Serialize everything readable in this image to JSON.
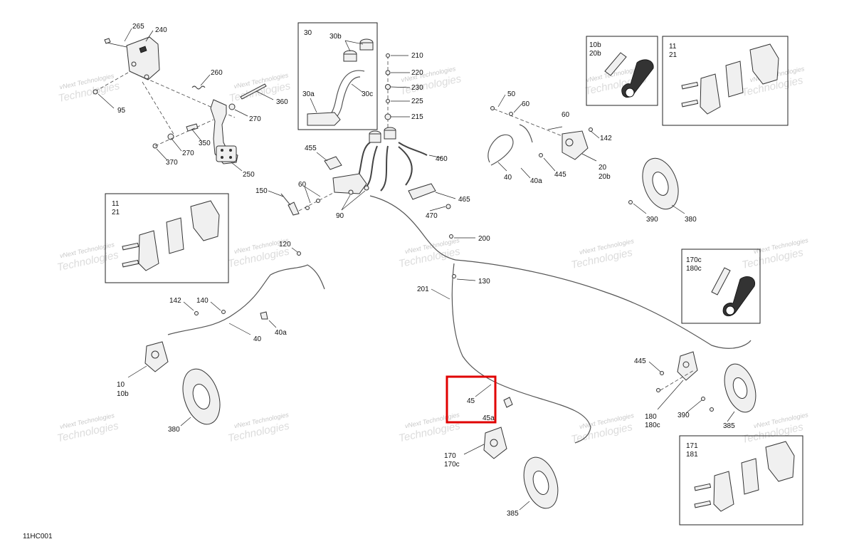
{
  "diagram_code": "11HC001",
  "watermark": {
    "line1": "vNext Technologies",
    "line2": "Technologies"
  },
  "highlight": {
    "part": "45",
    "color": "#e00000"
  },
  "labels": {
    "p265": "265",
    "p240": "240",
    "p95": "95",
    "p260": "260",
    "p360": "360",
    "p270a": "270",
    "p270b": "270",
    "p350": "350",
    "p370": "370",
    "p250": "250",
    "p30": "30",
    "p30b": "30b",
    "p30a": "30a",
    "p30c": "30c",
    "p210": "210",
    "p220": "220",
    "p230": "230",
    "p225": "225",
    "p215": "215",
    "p455": "455",
    "p460": "460",
    "p150": "150",
    "p60a": "60",
    "p90": "90",
    "p465": "465",
    "p470": "470",
    "p200": "200",
    "p130": "130",
    "p201": "201",
    "p120": "120",
    "p142a": "142",
    "p140": "140",
    "p40a_left": "40a",
    "p40_left": "40",
    "p10": "10",
    "p10b": "10b",
    "p380_left": "380",
    "p45": "45",
    "p45a": "45a",
    "p170": "170",
    "p170c": "170c",
    "p385_bottom": "385",
    "p50": "50",
    "p60b": "60",
    "p60c": "60",
    "p142b": "142",
    "p40_right": "40",
    "p40a_right": "40a",
    "p445a": "445",
    "p20": "20",
    "p20b": "20b",
    "p390a": "390",
    "p380_right": "380",
    "p445b": "445",
    "p180": "180",
    "p180c": "180c",
    "p390b": "390",
    "p385_right": "385"
  },
  "boxes": {
    "box_10b": {
      "line1": "10b",
      "line2": "20b"
    },
    "box_11_top": {
      "line1": "11",
      "line2": "21"
    },
    "box_11_left": {
      "line1": "11",
      "line2": "21"
    },
    "box_170c": {
      "line1": "170c",
      "line2": "180c"
    },
    "box_171": {
      "line1": "171",
      "line2": "181"
    }
  }
}
